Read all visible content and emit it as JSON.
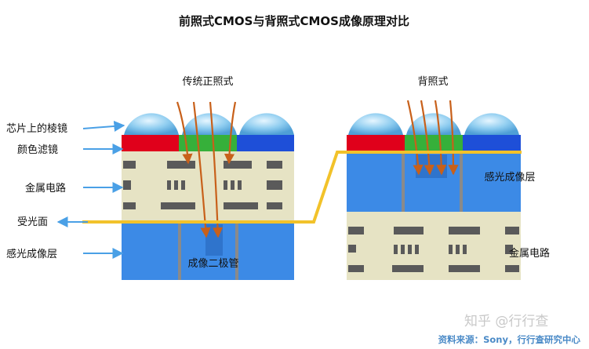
{
  "title": "前照式CMOS与背照式CMOS成像原理对比",
  "front": {
    "heading": "传统正照式",
    "labels": {
      "microlens": "芯片上的棱镜",
      "color_filter": "颜色滤镜",
      "metal_wiring": "金属电路",
      "light_receiving_surface": "受光面",
      "photo_layer": "感光成像层"
    },
    "photodiode_label": "成像二极管"
  },
  "back": {
    "heading": "背照式",
    "photo_layer_label": "感光成像层",
    "metal_wiring_label": "金属电路"
  },
  "watermark": "知乎 @行行查",
  "source": "资料来源：Sony，行行查研究中心",
  "colors": {
    "lens": "#a8d8f0",
    "filter_red": "#e0001b",
    "filter_green": "#36b03a",
    "filter_blue": "#1e4fd8",
    "photo_layer": "#3c8ae6",
    "circuit": "#e6e3c4",
    "arrow_light": "#d27a32",
    "boundary": "#f2c22a",
    "label_arrow": "#4aa0e6"
  }
}
